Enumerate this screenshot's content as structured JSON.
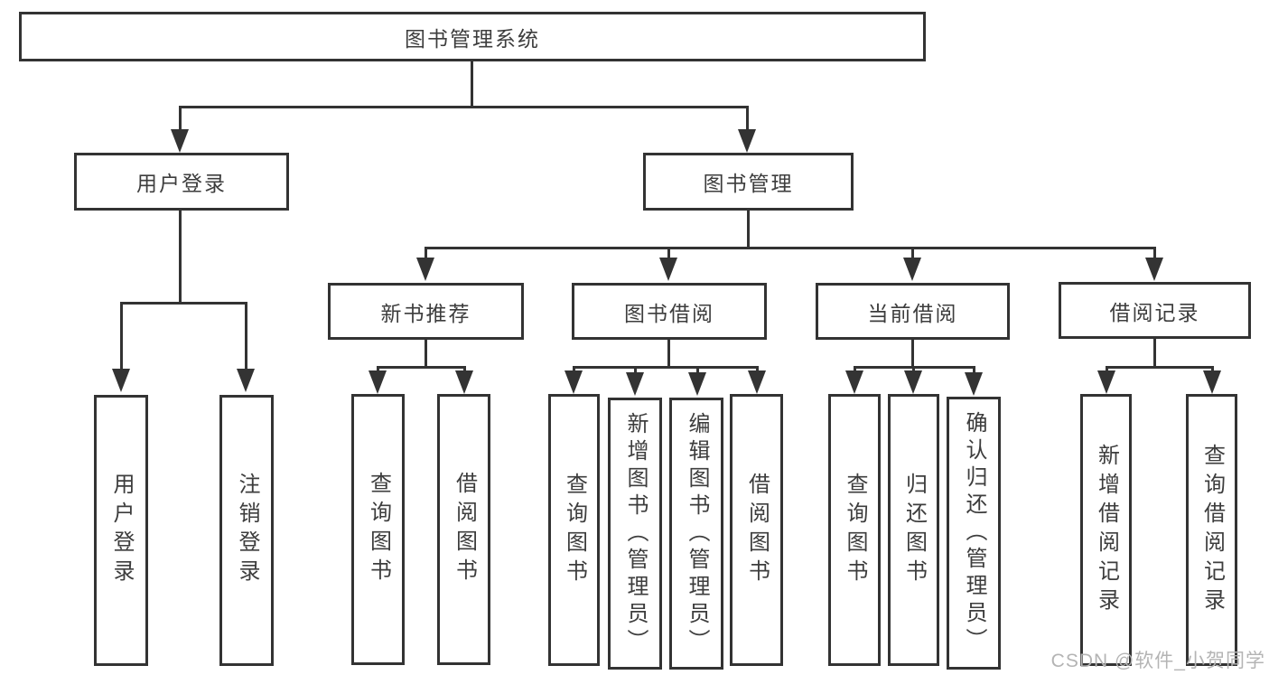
{
  "tree": {
    "root": {
      "label": "图书管理系统"
    },
    "branches": [
      {
        "label": "用户登录",
        "children": [
          {
            "label": "用户登录"
          },
          {
            "label": "注销登录"
          }
        ]
      },
      {
        "label": "图书管理",
        "children": [
          {
            "label": "新书推荐",
            "children": [
              {
                "label": "查询图书"
              },
              {
                "label": "借阅图书"
              }
            ]
          },
          {
            "label": "图书借阅",
            "children": [
              {
                "label": "查询图书"
              },
              {
                "label": "新增图书（管理员）"
              },
              {
                "label": "编辑图书（管理员）"
              },
              {
                "label": "借阅图书"
              }
            ]
          },
          {
            "label": "当前借阅",
            "children": [
              {
                "label": "查询图书"
              },
              {
                "label": "归还图书"
              },
              {
                "label": "确认归还（管理员）"
              }
            ]
          },
          {
            "label": "借阅记录",
            "children": [
              {
                "label": "新增借阅记录"
              },
              {
                "label": "查询借阅记录"
              }
            ]
          }
        ]
      }
    ]
  },
  "watermark": {
    "text": "CSDN @软件_小贺同学"
  },
  "colors": {
    "line": "#333333",
    "box_border": "#333333",
    "box_fill": "#ffffff",
    "text": "#3d3d3d",
    "watermark": "#b4b4b4",
    "background": "#ffffff"
  }
}
